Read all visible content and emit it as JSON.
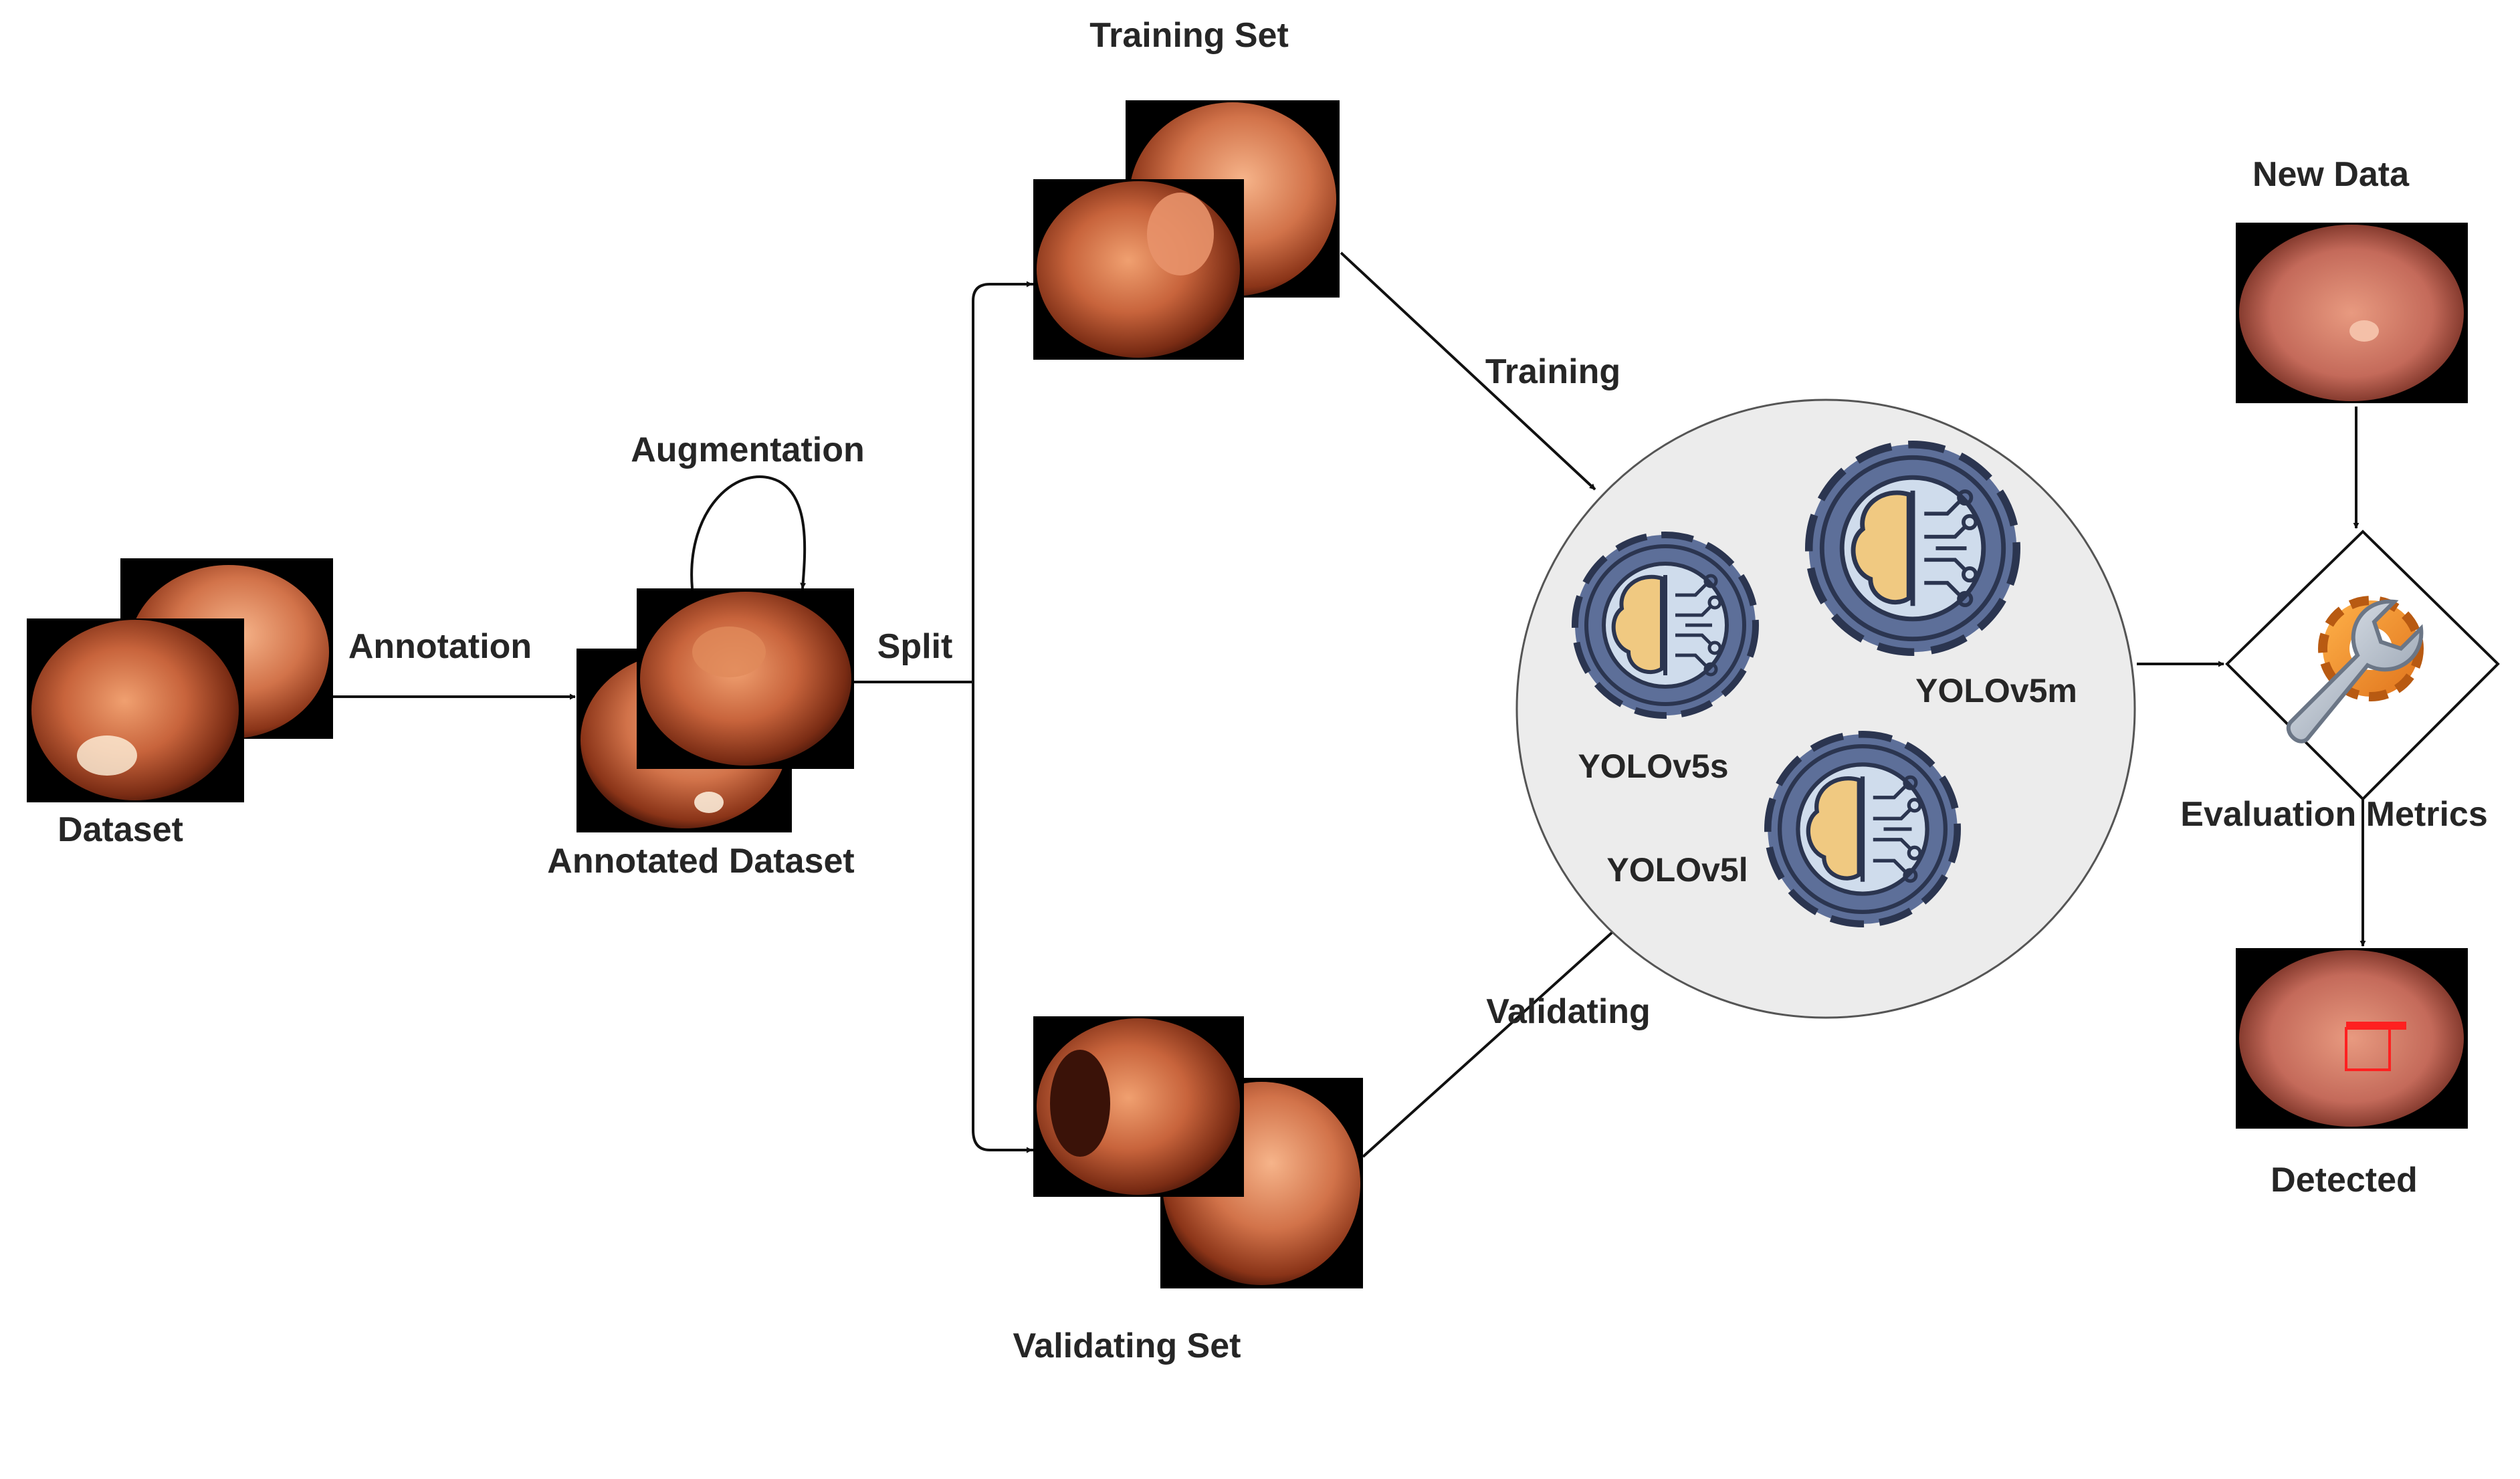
{
  "nodes": {
    "dataset": "Dataset",
    "annotated_dataset": "Annotated Dataset",
    "training_set": "Training Set",
    "validating_set": "Validating Set",
    "new_data": "New Data",
    "evaluation_metrics": "Evaluation Metrics",
    "detected": "Detected"
  },
  "edges": {
    "annotation": "Annotation",
    "augmentation": "Augmentation",
    "split": "Split",
    "training": "Training",
    "validating": "Validating"
  },
  "models": {
    "small": "YOLOv5s",
    "medium": "YOLOv5m",
    "large": "YOLOv5l"
  },
  "icons": {
    "model": "ai-brain-gear-icon",
    "evaluation": "wrench-gear-icon",
    "images": "endoscopy-image"
  },
  "colors": {
    "gear": "#5d6f99",
    "gear_outline": "#2b3550",
    "brain": "#f0c981",
    "circuit_bg": "#cfdcec",
    "models_circle": "#ececec",
    "tissue": "#c8643c",
    "text": "#262626"
  }
}
